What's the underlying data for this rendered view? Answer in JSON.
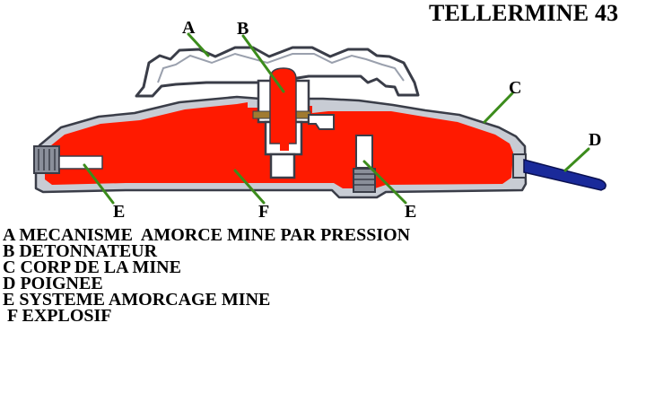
{
  "title": "TELLERMINE 43",
  "callouts": {
    "a": "A",
    "b": "B",
    "c": "C",
    "d": "D",
    "e_left": "E",
    "f": "F",
    "e_right": "E"
  },
  "legend": [
    "A MECANISME  AMORCE MINE PAR PRESSION",
    "B DETONNATEUR",
    "C CORP DE LA MINE",
    "D POIGNEE",
    "E SYSTEME AMORCAGE MINE",
    " F EXPLOSIF"
  ],
  "colors": {
    "explosive": "#ff1a00",
    "casing": "#c8ccd4",
    "casing_outline": "#3a3d48",
    "handle": "#1a2a9a",
    "leader_line": "#3c8c1c",
    "fuse_brass": "#a07a30"
  }
}
